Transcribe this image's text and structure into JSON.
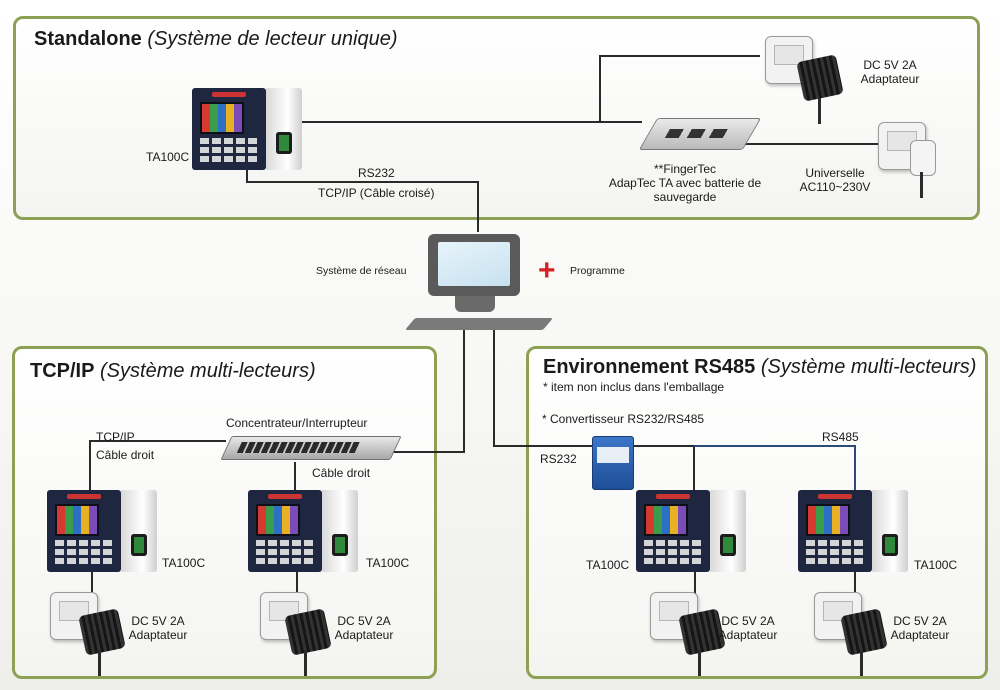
{
  "colors": {
    "panel_border": "#8da054",
    "wire": "#2a2a2a",
    "wire_rs485": "#2c4a7a",
    "plus": "#d42121"
  },
  "standalone": {
    "title_bold": "Standalone",
    "title_italic": "(Système de lecteur unique)",
    "terminal_label": "TA100C",
    "rs232": "RS232",
    "tcpip_cross": "TCP/IP (Câble croisé)",
    "adaptec": [
      "**FingerTec",
      "AdapTec TA avec batterie de",
      "sauvegarde"
    ],
    "adapter": [
      "DC 5V 2A",
      "Adaptateur"
    ],
    "universal": [
      "Universelle",
      "AC110~230V"
    ]
  },
  "network": {
    "system": "Système de réseau",
    "program": "Programme",
    "plus_symbol": "+"
  },
  "tcpip": {
    "title_bold": "TCP/IP",
    "title_italic": "(Système multi-lecteurs)",
    "hub_label": "Concentrateur/Interrupteur",
    "left_link": [
      "TCP/IP",
      "Câble droit"
    ],
    "right_link": "Câble droit",
    "terminal_label": "TA100C",
    "adapter": [
      "DC 5V 2A",
      "Adaptateur"
    ]
  },
  "rs485": {
    "title_bold": "Environnement RS485",
    "title_italic": "(Système multi-lecteurs)",
    "note": "* item non inclus dans l'emballage",
    "converter_label": "* Convertisseur RS232/RS485",
    "rs232": "RS232",
    "rs485": "RS485",
    "terminal_label": "TA100C",
    "adapter": [
      "DC 5V 2A",
      "Adaptateur"
    ]
  }
}
